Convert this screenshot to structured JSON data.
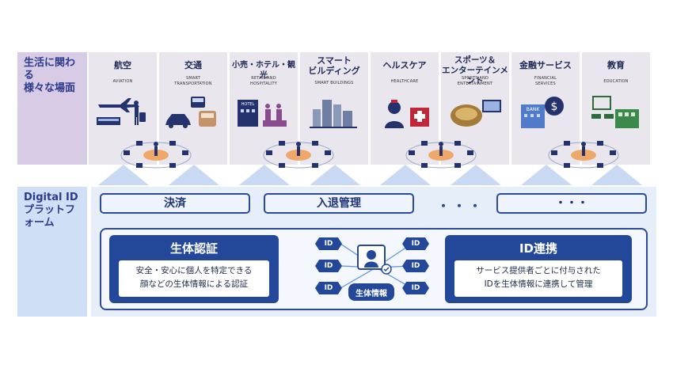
{
  "life_scenes_label": "生活に関わる\n様々な場面",
  "platform_label": "Digital ID\nプラットフォーム",
  "industries": [
    {
      "jp": "航空",
      "en": "AVIATION"
    },
    {
      "jp": "交通",
      "en": "SMART\nTRANSPORTATION"
    },
    {
      "jp": "小売・ホテル・観光",
      "en": "RETAIL AND\nHOSPITALITY"
    },
    {
      "jp": "スマート\nビルディング",
      "en": "SMART BUILDINGS"
    },
    {
      "jp": "ヘルスケア",
      "en": "HEALTHCARE"
    },
    {
      "jp": "スポーツ＆\nエンターテインメント",
      "en": "SPORTS AND\nENTERTAINMENT"
    },
    {
      "jp": "金融サービス",
      "en": "FINANCIAL\nSERVICES"
    },
    {
      "jp": "教育",
      "en": "EDUCATION"
    }
  ],
  "services": {
    "payment": "決済",
    "access": "入退管理",
    "dots1": "・・・",
    "dots2": "・・・"
  },
  "bio_auth": {
    "title": "生体認証",
    "line1": "安全・安心に個人を特定できる",
    "line2": "顔などの生体情報による認証"
  },
  "id_link": {
    "title": "ID連携",
    "line1": "サービス提供者ごとに付与された",
    "line2": "IDを生体情報に連携して管理"
  },
  "id_tag": "ID",
  "biometric_label": "生体情報",
  "bank_sign": "BANK",
  "hotel_sign": "HOTEL",
  "colors": {
    "accent": "#23489a",
    "life_bg": "#d8cbe6",
    "platform_bg": "#cfe0f6"
  }
}
